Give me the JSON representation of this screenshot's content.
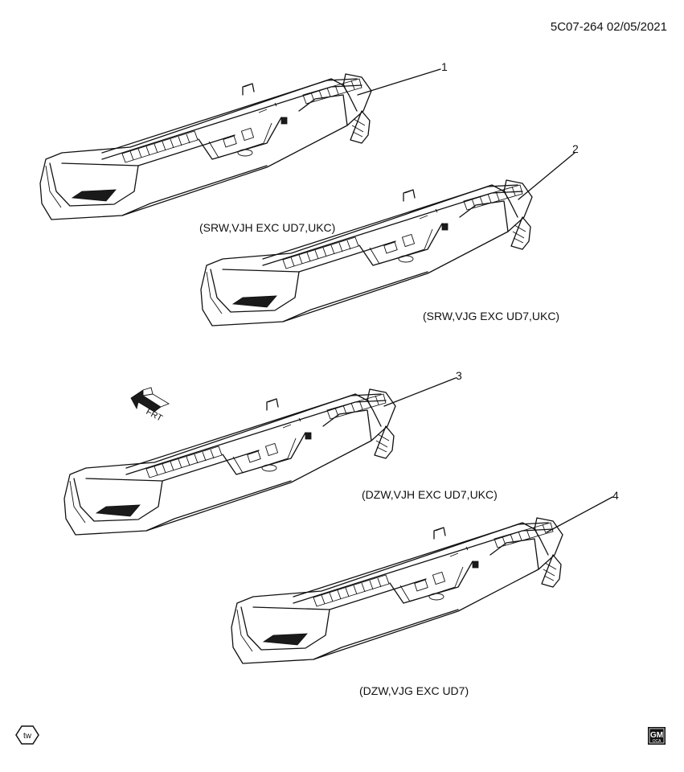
{
  "header": {
    "code": "5C07-264",
    "date": "02/05/2021"
  },
  "parts": [
    {
      "callout": "1",
      "caption": "(SRW,VJH EXC UD7,UKC)"
    },
    {
      "callout": "2",
      "caption": "(SRW,VJG EXC UD7,UKC)"
    },
    {
      "callout": "3",
      "caption": "(DZW,VJH EXC UD7,UKC)"
    },
    {
      "callout": "4",
      "caption": "(DZW,VJG EXC UD7)"
    }
  ],
  "direction_label": "FRT",
  "logo_tw": "tw",
  "logo_gm": {
    "top": "GM",
    "bottom": "OCA"
  }
}
